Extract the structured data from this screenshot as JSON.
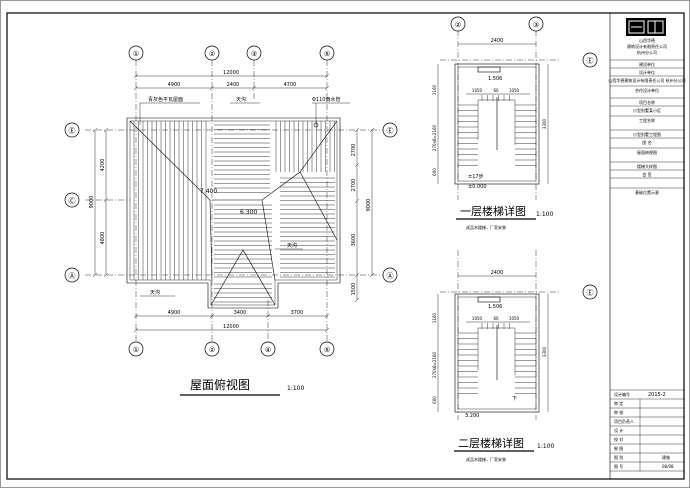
{
  "roof_plan": {
    "title": "屋面俯视图",
    "scale": "1:100",
    "axes_top": [
      "①",
      "②",
      "③",
      "⑤"
    ],
    "axes_bottom": [
      "①",
      "②",
      "④",
      "⑤"
    ],
    "axes_left": [
      "Ⓔ",
      "Ⓒ",
      "Ⓐ"
    ],
    "axes_right": [
      "Ⓔ",
      "Ⓐ"
    ],
    "dims_top_total": "12000",
    "dims_top": [
      "4900",
      "2400",
      "4700"
    ],
    "dims_bottom": [
      "4900",
      "3400",
      "3700"
    ],
    "dims_bottom_total": "12000",
    "dims_left": [
      "4200",
      "4800"
    ],
    "dims_left_total": "9000",
    "dims_right": [
      "2700",
      "2700",
      "3600",
      "1500"
    ],
    "dims_right_total": "9000",
    "annotations": {
      "roof_material": "青灰色平瓦屋面",
      "gutter_top": "天沟",
      "downpipe": "Φ110雨水管",
      "gutter_right": "天沟",
      "gutter_bottom": "天沟",
      "elev_a": "7.400",
      "elev_b": "6.300"
    }
  },
  "stair1": {
    "title": "一层楼梯详图",
    "scale": "1:100",
    "note": "成品木楼梯，厂家安装",
    "axes": [
      "②",
      "③",
      "Ⓔ"
    ],
    "width_dim": "2400",
    "dims_inner": [
      "1050",
      "60",
      "1050"
    ],
    "elev_top": "1.506",
    "elev_mid": "±0.000",
    "elev_step": "±17步",
    "left_dims": [
      "1160",
      "270x8=2160",
      "600"
    ],
    "right_dim": "3300"
  },
  "stair2": {
    "title": "二层楼梯详图",
    "scale": "1:100",
    "note": "成品木楼梯，厂家安装",
    "axes": [
      "Ⓔ"
    ],
    "width_dim": "2400",
    "dims_inner": [
      "1050",
      "60",
      "1050"
    ],
    "elev_top": "1.506",
    "elev_bottom": "3.200",
    "label_down": "下",
    "left_dims": [
      "1160",
      "270x8=2160",
      "600"
    ],
    "right_dim": "3300"
  },
  "title_block": {
    "company_line1": "山西华德",
    "company_line2": "建筑设计有限责任公司",
    "company_line3": "杭州分公司",
    "rows": [
      "建设单位",
      "设计单位",
      "山西华德建筑设计有限责任公司 杭州分公司",
      "合作设计单位",
      "项目名称",
      "小型别墅某小区",
      "工程名称",
      "小型别墅工程图",
      "图  名",
      "屋面俯视图",
      "楼梯大样图",
      "会  签",
      "",
      "基础位置示意"
    ],
    "design_no_label": "设计编号",
    "design_no": "2015-2",
    "sign_rows": [
      "审 定",
      "审 核",
      "项目负责人",
      "设 计",
      "校 对",
      "制 图",
      "图 别",
      "图 号"
    ],
    "sign_values": [
      "",
      "",
      "",
      "",
      "",
      "",
      "建施",
      "08/08"
    ]
  }
}
